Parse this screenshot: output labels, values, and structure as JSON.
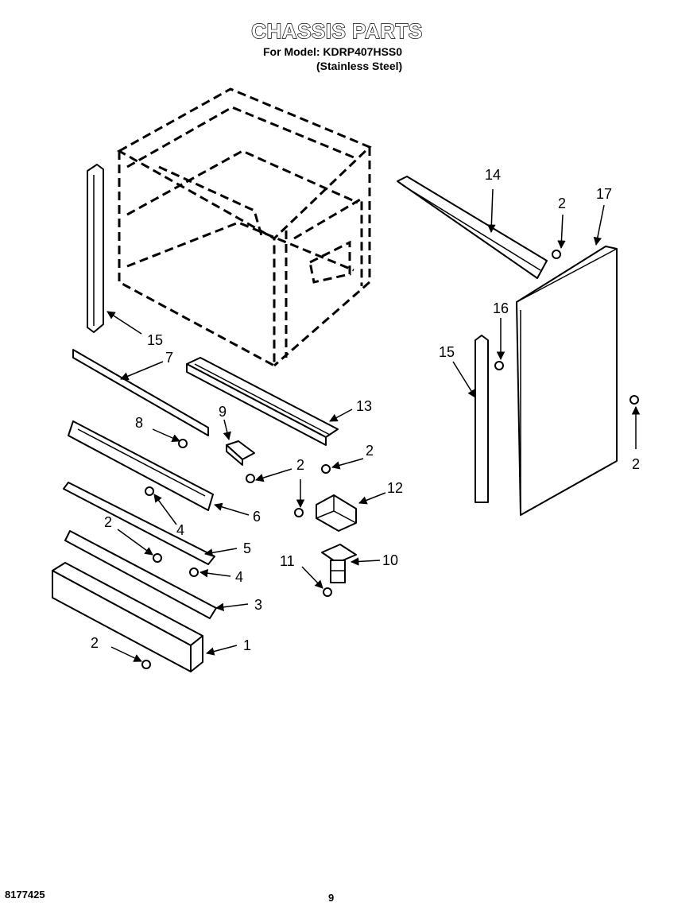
{
  "header": {
    "title": "CHASSIS PARTS",
    "model_line": "For Model: KDRP407HSS0",
    "finish_line": "(Stainless Steel)"
  },
  "footer": {
    "doc_number": "8177425",
    "page_number": "9"
  },
  "callouts": {
    "c1": "1",
    "c2a": "2",
    "c2b": "2",
    "c2c": "2",
    "c2d": "2",
    "c2e": "2",
    "c2f": "2",
    "c3": "3",
    "c4a": "4",
    "c4b": "4",
    "c5": "5",
    "c6": "6",
    "c7": "7",
    "c8": "8",
    "c9": "9",
    "c10": "10",
    "c11": "11",
    "c12": "12",
    "c13": "13",
    "c14": "14",
    "c15a": "15",
    "c15b": "15",
    "c16": "16",
    "c17": "17"
  }
}
